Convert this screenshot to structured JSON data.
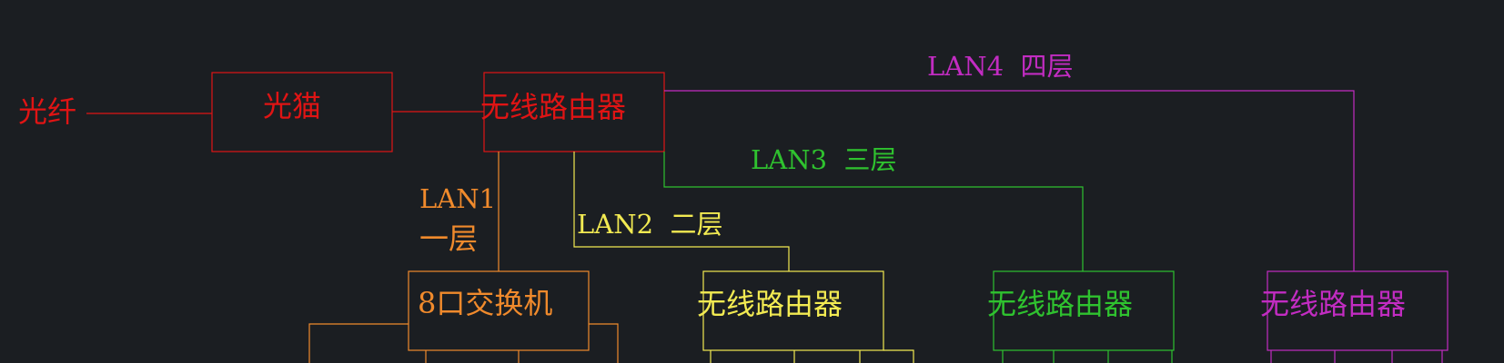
{
  "colors": {
    "background": "#1b1e22",
    "red": "#e01414",
    "orange": "#f08a2c",
    "yellow": "#f2ea52",
    "green": "#2fc22f",
    "magenta": "#c22cc2"
  },
  "labels": {
    "fiber": "光纤",
    "modem": "光猫",
    "main_router": "无线路由器",
    "lan1": "LAN1",
    "floor1": "一层",
    "lan2": "LAN2  二层",
    "lan3": "LAN3  三层",
    "lan4": "LAN4  四层",
    "switch": "8口交换机",
    "router_floor2": "无线路由器",
    "router_floor3": "无线路由器",
    "router_floor4": "无线路由器"
  }
}
